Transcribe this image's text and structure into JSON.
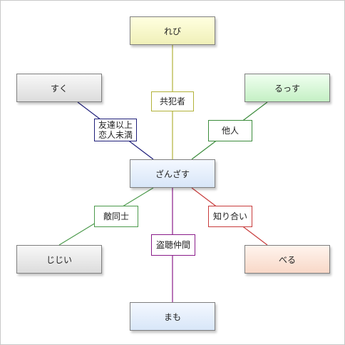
{
  "nodes": {
    "center": "ざんざす",
    "top": "れび",
    "top_left": "すく",
    "top_right": "るっす",
    "bottom_left": "じじい",
    "bottom_right": "べる",
    "bottom": "まも"
  },
  "relations": {
    "top": "共犯者",
    "top_left_line1": "友達以上",
    "top_left_line2": "恋人未満",
    "top_right": "他人",
    "bottom_left": "敵同士",
    "bottom": "盗聴仲間",
    "bottom_right": "知り合い"
  },
  "colors": {
    "top": "#b2b23a",
    "top_left": "#1f1f7a",
    "top_right": "#3c8c3c",
    "bottom_left": "#4c9a4c",
    "bottom": "#8a1c8a",
    "bottom_right": "#c83c3c"
  }
}
